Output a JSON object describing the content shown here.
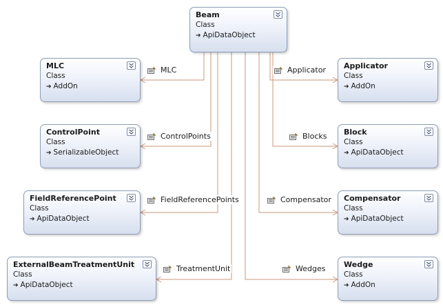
{
  "classes": {
    "beam": {
      "name": "Beam",
      "stereotype": "Class",
      "base": "ApiDataObject"
    },
    "mlc": {
      "name": "MLC",
      "stereotype": "Class",
      "base": "AddOn"
    },
    "controlpoint": {
      "name": "ControlPoint",
      "stereotype": "Class",
      "base": "SerializableObject"
    },
    "fieldref": {
      "name": "FieldReferencePoint",
      "stereotype": "Class",
      "base": "ApiDataObject"
    },
    "treatunit": {
      "name": "ExternalBeamTreatmentUnit",
      "stereotype": "Class",
      "base": "ApiDataObject"
    },
    "applicator": {
      "name": "Applicator",
      "stereotype": "Class",
      "base": "AddOn"
    },
    "block": {
      "name": "Block",
      "stereotype": "Class",
      "base": "ApiDataObject"
    },
    "compensator": {
      "name": "Compensator",
      "stereotype": "Class",
      "base": "ApiDataObject"
    },
    "wedge": {
      "name": "Wedge",
      "stereotype": "Class",
      "base": "AddOn"
    }
  },
  "associations": {
    "mlc": "MLC",
    "controlpoints": "ControlPoints",
    "fieldreferencepoints": "FieldReferencePoints",
    "treatmentunit": "TreatmentUnit",
    "applicator": "Applicator",
    "blocks": "Blocks",
    "compensator": "Compensator",
    "wedges": "Wedges"
  },
  "icons": {
    "collapse": "chevron-double-down-icon",
    "inheritance": "inheritance-arrow-icon",
    "property": "property-icon"
  },
  "colors": {
    "connector": "#c8977a",
    "box_border": "#8c9cb4",
    "box_gradient_end": "#d7dfee"
  }
}
